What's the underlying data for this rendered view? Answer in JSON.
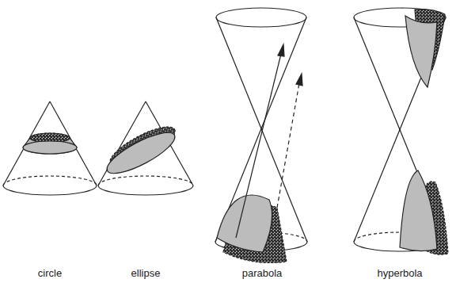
{
  "diagram": {
    "labels": [
      "circle",
      "ellipse",
      "parabola",
      "hyperbola"
    ]
  }
}
